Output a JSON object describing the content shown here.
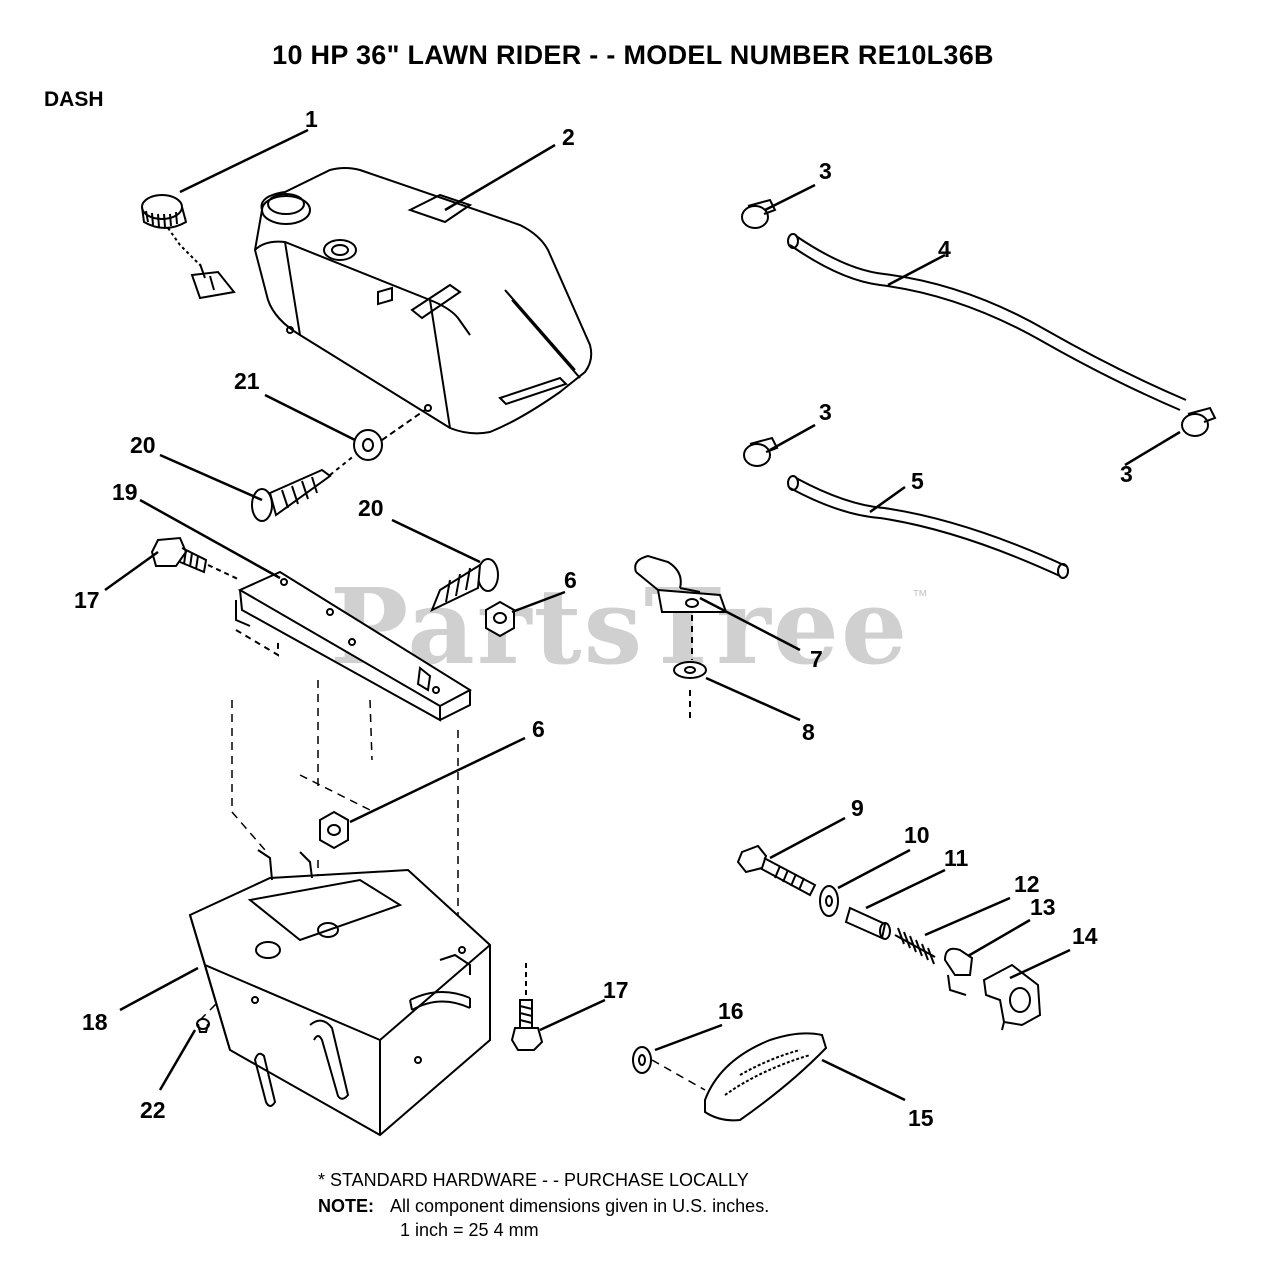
{
  "title": "10 HP 36\" LAWN RIDER - - MODEL NUMBER RE10L36B",
  "section": "DASH",
  "watermark": "PartsTree",
  "watermark_tm": "™",
  "callouts": {
    "c1": "1",
    "c2": "2",
    "c3a": "3",
    "c3b": "3",
    "c3c": "3",
    "c4": "4",
    "c5": "5",
    "c6a": "6",
    "c6b": "6",
    "c7": "7",
    "c8": "8",
    "c9": "9",
    "c10": "10",
    "c11": "11",
    "c12": "12",
    "c13": "13",
    "c14": "14",
    "c15": "15",
    "c16": "16",
    "c17a": "17",
    "c17b": "17",
    "c18": "18",
    "c19": "19",
    "c20a": "20",
    "c20b": "20",
    "c21": "21",
    "c22": "22"
  },
  "footer": {
    "hardware": "* STANDARD HARDWARE - - PURCHASE LOCALLY",
    "note_label": "NOTE:",
    "note_text": "All component dimensions given in U.S. inches.",
    "conversion": "1 inch = 25 4 mm"
  }
}
